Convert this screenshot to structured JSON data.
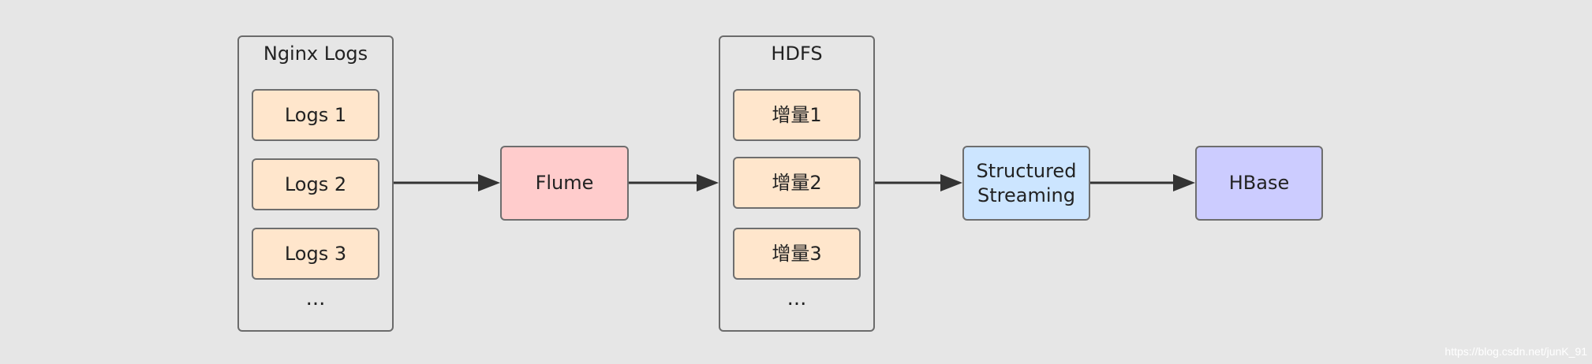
{
  "diagram": {
    "nginx": {
      "title": "Nginx Logs",
      "items": [
        "Logs 1",
        "Logs 2",
        "Logs 3"
      ],
      "more": "..."
    },
    "flume": {
      "label": "Flume"
    },
    "hdfs": {
      "title": "HDFS",
      "items": [
        "增量1",
        "增量2",
        "增量3"
      ],
      "more": "..."
    },
    "streaming": {
      "lines": [
        "Structured",
        "Streaming"
      ]
    },
    "hbase": {
      "label": "HBase"
    }
  },
  "colors": {
    "background": "#e6e6e6",
    "log_item_fill": "#ffe6cc",
    "flume_fill": "#ffcccc",
    "streaming_fill": "#cce5ff",
    "hbase_fill": "#ccccff",
    "arrow": "#333333"
  },
  "watermark": "https://blog.csdn.net/junK_91"
}
